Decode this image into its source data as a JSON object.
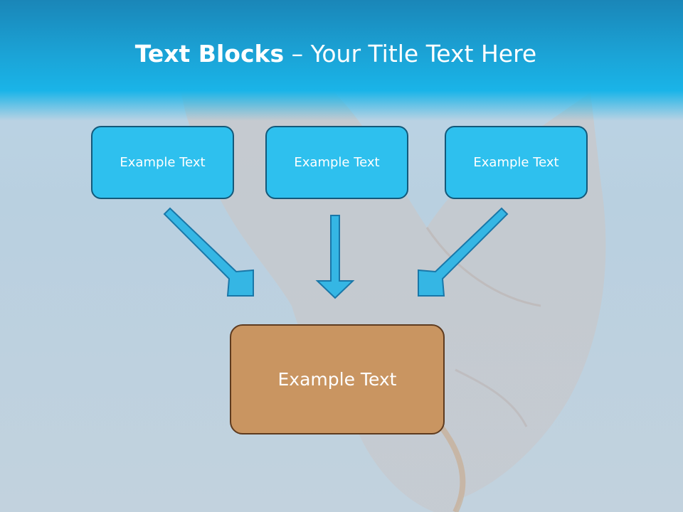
{
  "title": {
    "bold": "Text Blocks",
    "dash": " – ",
    "rest": "Your Title Text Here"
  },
  "blocks": [
    {
      "label": "Example Text"
    },
    {
      "label": "Example Text"
    },
    {
      "label": "Example Text"
    }
  ],
  "center_block": {
    "label": "Example Text"
  },
  "colors": {
    "header": "#1ab4e8",
    "top_box_fill": "#2ec0ee",
    "top_box_border": "#13597a",
    "center_fill": "#c99561",
    "center_border": "#5e3b1f",
    "arrow_fill": "#35b6e4",
    "arrow_stroke": "#1a77a8"
  }
}
